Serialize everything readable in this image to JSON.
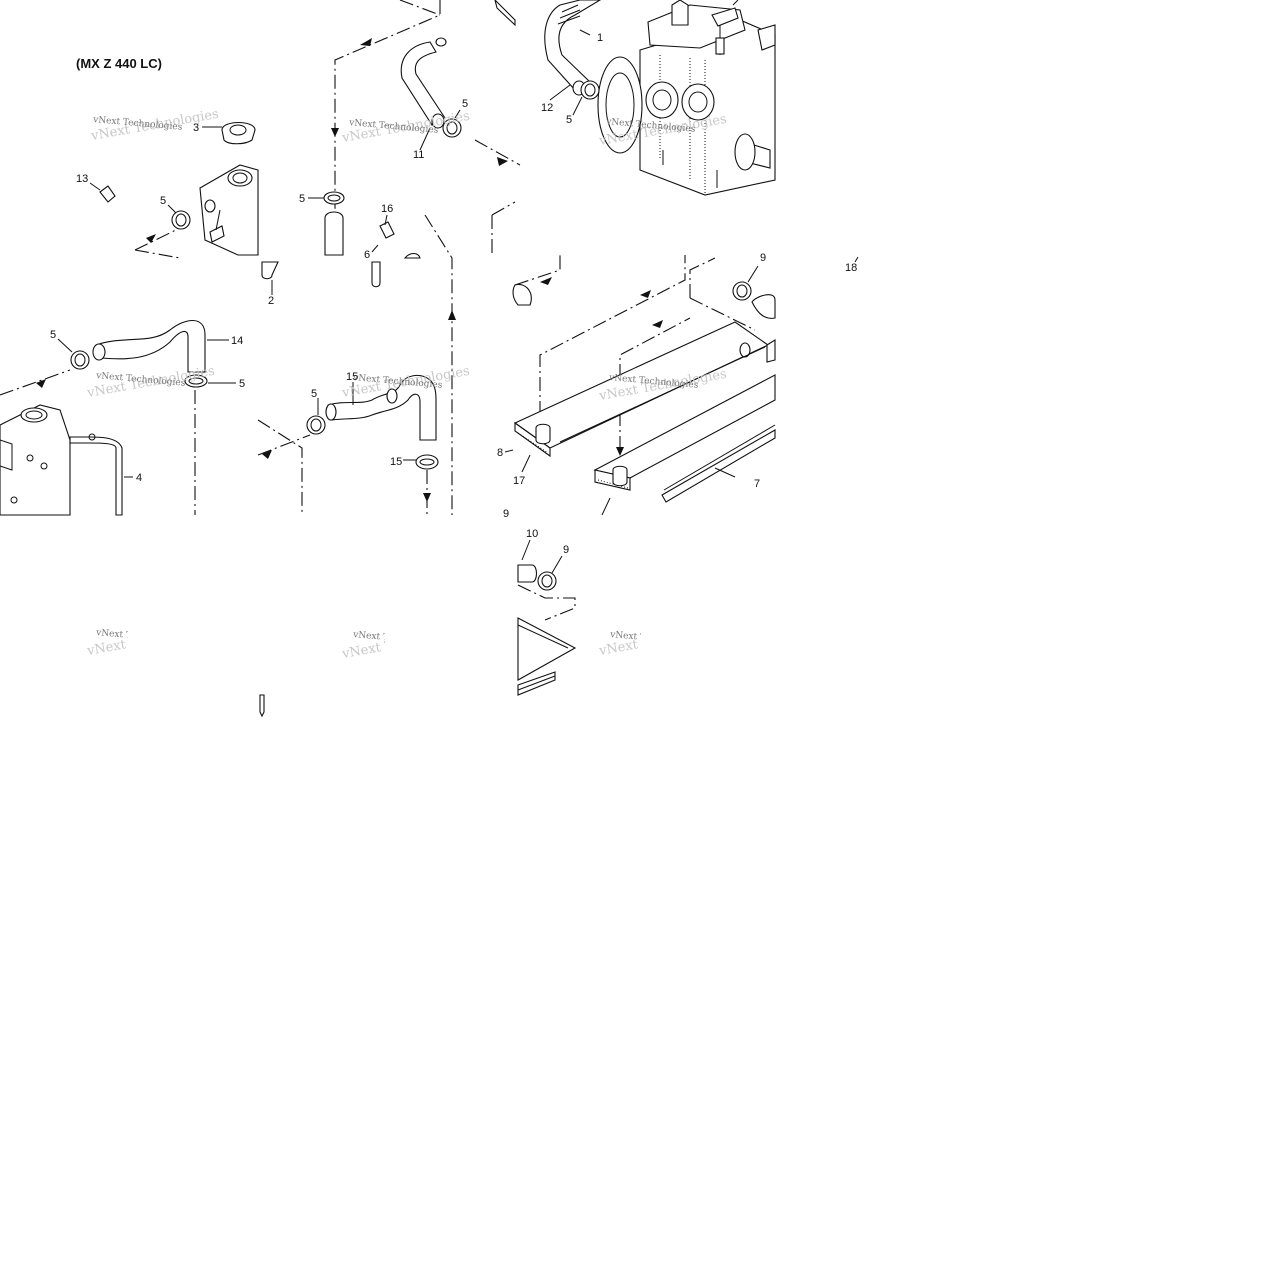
{
  "diagram": {
    "title": "(MX Z 440 LC)",
    "watermark": "vNext Technologies",
    "callouts": {
      "c1": "1",
      "c2": "2",
      "c3": "3",
      "c4": "4",
      "c5a": "5",
      "c5b": "5",
      "c5c": "5",
      "c5d": "5",
      "c5e": "5",
      "c5f": "5",
      "c5g": "5",
      "c6": "6",
      "c7": "7",
      "c8": "8",
      "c9a": "9",
      "c9b": "9",
      "c9c": "9",
      "c10": "10",
      "c11": "11",
      "c12": "12",
      "c13": "13",
      "c14": "14",
      "c15a": "15",
      "c15b": "15",
      "c16": "16",
      "c17": "17",
      "c18": "18"
    }
  }
}
